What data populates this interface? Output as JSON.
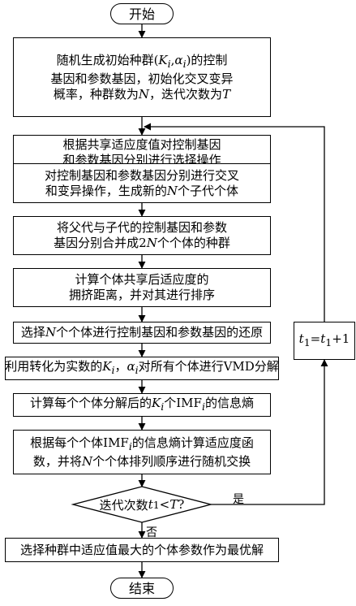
{
  "start": "开始",
  "end": "结束",
  "steps": [
    [
      "随机生成初始种群(K_i,α_i)的控制",
      "基因和参数基因，初始化交叉变异",
      "概率，种群数为N，迭代次数为T"
    ],
    [
      "根据共享适应度值对控制基因",
      "和参数基因分别进行选择操作"
    ],
    [
      "对控制基因和参数基因分别进行交叉",
      "和变异操作，生成新的N个子代个体"
    ],
    [
      "将父代与子代的控制基因和参数",
      "基因分别合并成2N个个体的种群"
    ],
    [
      "计算个体共享后适应度的",
      "拥挤距离，并对其进行排序"
    ],
    [
      "选择N个个体进行控制基因和参数基因的还原"
    ],
    [
      "利用转化为实数的K_i，α_i对所有个体进行VMD分解"
    ],
    [
      "计算每个个体分解后的K_i个IMF_i的信息熵"
    ],
    [
      "根据每个个体IMF_i的信息熵计算适应度函",
      "数，并将N个个体排列顺序进行随机交换"
    ]
  ],
  "decision": "迭代次数t_1<T?",
  "final_step": "选择种群中适应值最大的个体参数作为最优解",
  "loop_update": "t_1=t_1+1",
  "yes_label": "是",
  "no_label": "否"
}
